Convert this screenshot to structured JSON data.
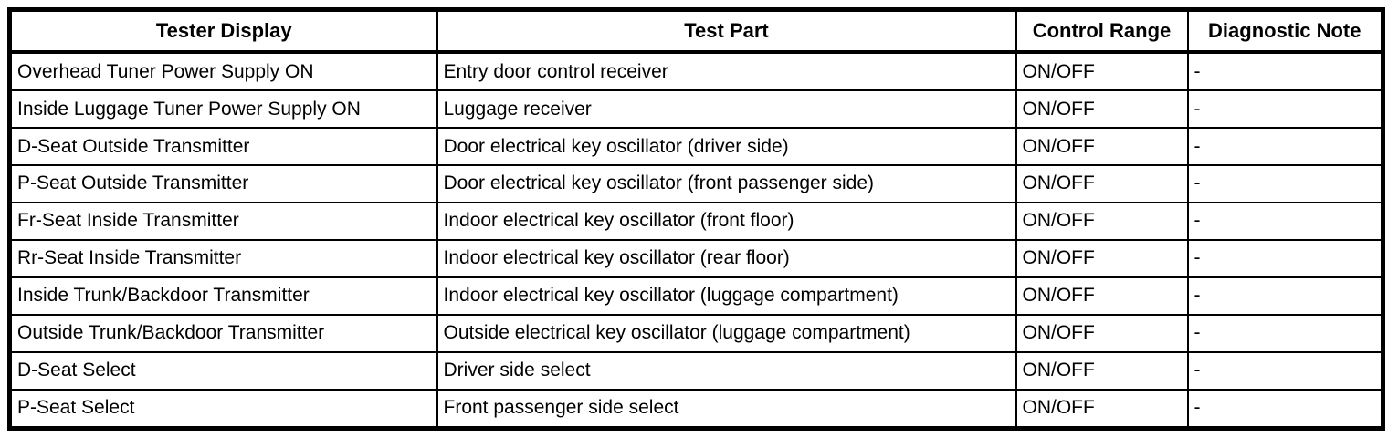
{
  "colors": {
    "border": "#000000",
    "background": "#ffffff",
    "text": "#000000"
  },
  "table": {
    "columns": [
      "Tester Display",
      "Test Part",
      "Control Range",
      "Diagnostic Note"
    ],
    "rows": [
      {
        "tester_display": "Overhead Tuner Power Supply ON",
        "test_part": "Entry door control receiver",
        "control_range": "ON/OFF",
        "diagnostic_note": "-"
      },
      {
        "tester_display": "Inside Luggage Tuner Power Supply ON",
        "test_part": "Luggage receiver",
        "control_range": "ON/OFF",
        "diagnostic_note": "-"
      },
      {
        "tester_display": "D-Seat Outside Transmitter",
        "test_part": "Door electrical key oscillator (driver side)",
        "control_range": "ON/OFF",
        "diagnostic_note": "-"
      },
      {
        "tester_display": "P-Seat Outside Transmitter",
        "test_part": "Door electrical key oscillator (front passenger side)",
        "control_range": "ON/OFF",
        "diagnostic_note": "-"
      },
      {
        "tester_display": "Fr-Seat Inside Transmitter",
        "test_part": "Indoor electrical key oscillator (front floor)",
        "control_range": "ON/OFF",
        "diagnostic_note": "-"
      },
      {
        "tester_display": "Rr-Seat Inside Transmitter",
        "test_part": "Indoor electrical key oscillator (rear floor)",
        "control_range": "ON/OFF",
        "diagnostic_note": "-"
      },
      {
        "tester_display": "Inside Trunk/Backdoor Transmitter",
        "test_part": "Indoor electrical key oscillator (luggage compartment)",
        "control_range": "ON/OFF",
        "diagnostic_note": "-"
      },
      {
        "tester_display": "Outside Trunk/Backdoor Transmitter",
        "test_part": "Outside electrical key oscillator (luggage compartment)",
        "control_range": "ON/OFF",
        "diagnostic_note": "-"
      },
      {
        "tester_display": "D-Seat Select",
        "test_part": "Driver side select",
        "control_range": "ON/OFF",
        "diagnostic_note": "-"
      },
      {
        "tester_display": "P-Seat Select",
        "test_part": "Front passenger side select",
        "control_range": "ON/OFF",
        "diagnostic_note": "-"
      }
    ]
  }
}
